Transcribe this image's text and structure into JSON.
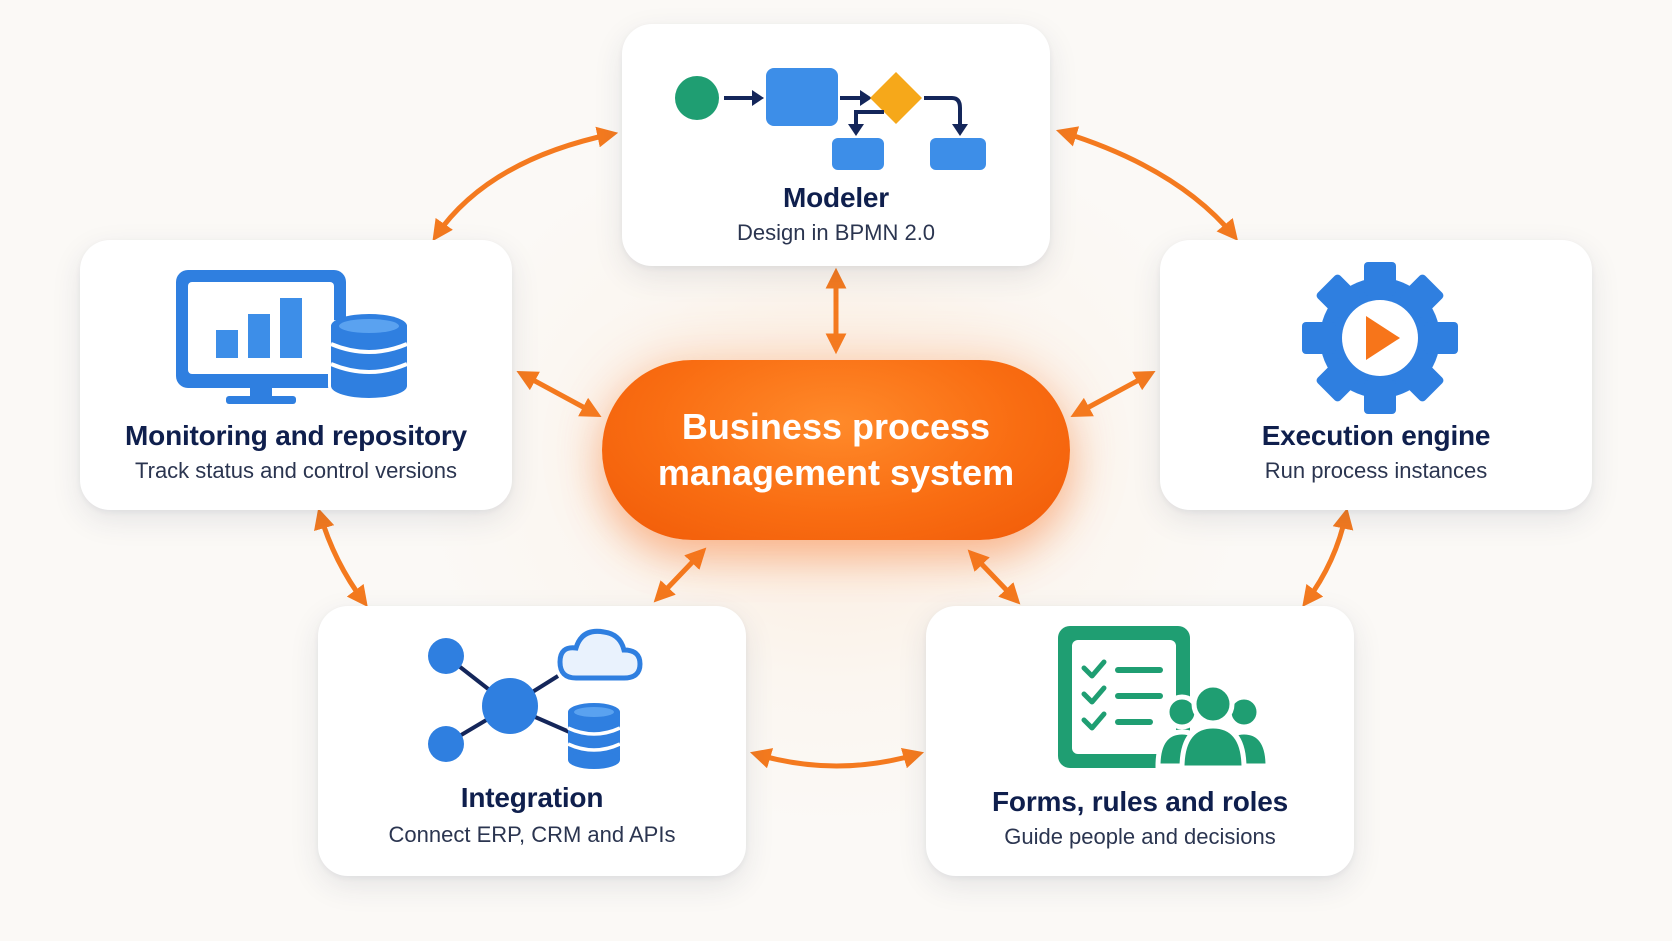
{
  "center": {
    "label": "Business process management system"
  },
  "modules": {
    "modeler": {
      "title": "Modeler",
      "subtitle": "Design in BPMN 2.0"
    },
    "execution": {
      "title": "Execution engine",
      "subtitle": "Run process instances"
    },
    "forms": {
      "title": "Forms, rules and roles",
      "subtitle": "Guide people and decisions"
    },
    "integration": {
      "title": "Integration",
      "subtitle": "Connect ERP, CRM and APIs"
    },
    "monitoring": {
      "title": "Monitoring and repository",
      "subtitle": "Track status and control versions"
    }
  },
  "colors": {
    "accent": "#f7751a",
    "arrow": "#f47a1f",
    "title_text": "#0f1f4d",
    "blue": "#2f7fe0",
    "green": "#1f9e72"
  },
  "icons": {
    "modeler": "bpmn-flow-icon",
    "execution": "gear-play-icon",
    "forms": "checklist-people-icon",
    "integration": "network-cloud-database-icon",
    "monitoring": "monitor-chart-database-icon"
  }
}
